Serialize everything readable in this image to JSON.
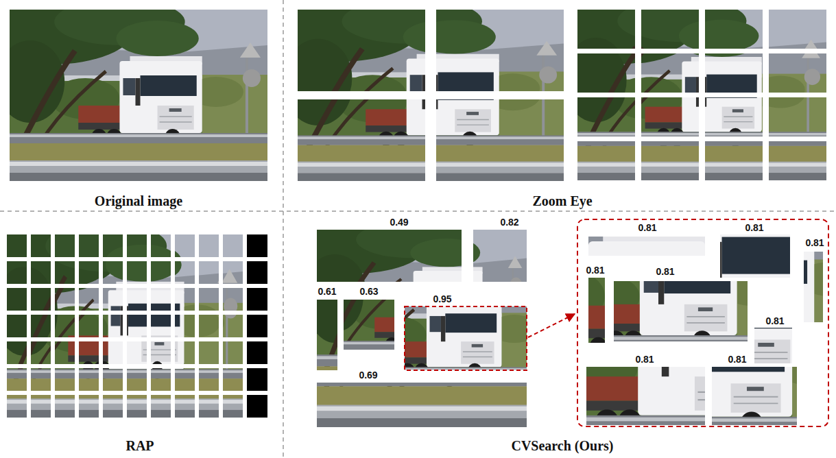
{
  "diagram": {
    "labels": [
      "Original image",
      "Zoom Eye",
      "RAP",
      "CVSearch (Ours)",
      "0.49",
      "0.82",
      "0.61",
      "0.63",
      "0.95",
      "0.69",
      "0.81",
      "0.81",
      "0.81",
      "0.81",
      "0.81",
      "0.81",
      "0.81",
      "0.81"
    ]
  }
}
